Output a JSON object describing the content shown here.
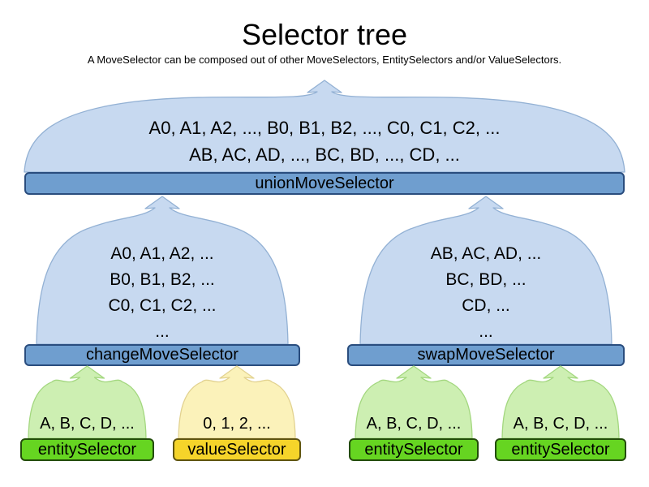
{
  "header": {
    "title": "Selector tree",
    "subtitle": "A MoveSelector can be composed out of other MoveSelectors, EntitySelectors and/or ValueSelectors."
  },
  "colors": {
    "arch_blue_fill": "#c7d9f0",
    "arch_blue_stroke": "#93b1d4",
    "bar_blue_fill": "#6f9ecf",
    "bar_blue_border": "#2a4d7e",
    "arch_green_fill": "#cdefb2",
    "arch_green_stroke": "#a3d77f",
    "bar_green_fill": "#66d521",
    "bar_green_border": "#234d0a",
    "arch_yellow_fill": "#fbf2ba",
    "arch_yellow_stroke": "#e2d290",
    "bar_yellow_fill": "#f5d42a",
    "bar_yellow_border": "#5f5410",
    "text": "#000000",
    "background": "#ffffff"
  },
  "nodes": {
    "union": {
      "label": "unionMoveSelector",
      "lines": {
        "0": "A0, A1, A2, ..., B0, B1, B2, ..., C0, C1, C2, ...",
        "1": "AB, AC, AD, ..., BC, BD, ..., CD, ..."
      }
    },
    "change": {
      "label": "changeMoveSelector",
      "lines": {
        "0": "A0, A1, A2, ...",
        "1": "B0, B1, B2, ...",
        "2": "C0, C1, C2, ...",
        "3": "..."
      }
    },
    "swap": {
      "label": "swapMoveSelector",
      "lines": {
        "0": "AB, AC, AD, ...",
        "1": "BC, BD, ...",
        "2": "CD, ...",
        "3": "..."
      }
    },
    "entity1": {
      "label": "entitySelector",
      "lines": {
        "0": "A, B, C, D, ..."
      }
    },
    "value1": {
      "label": "valueSelector",
      "lines": {
        "0": "0, 1, 2, ..."
      }
    },
    "entity2": {
      "label": "entitySelector",
      "lines": {
        "0": "A, B, C, D, ..."
      }
    },
    "entity3": {
      "label": "entitySelector",
      "lines": {
        "0": "A, B, C, D, ..."
      }
    }
  }
}
